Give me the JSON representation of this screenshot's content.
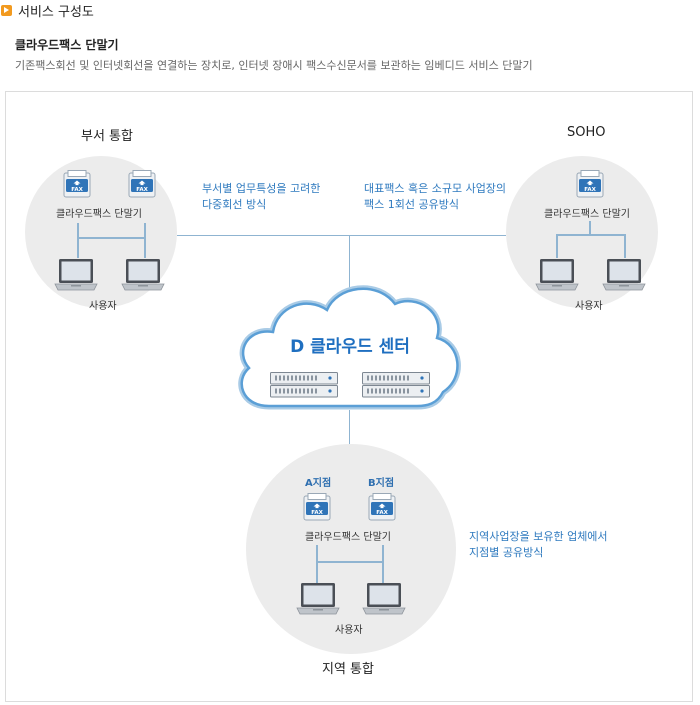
{
  "header": {
    "title": "서비스 구성도",
    "icon": "arrow-right-icon"
  },
  "intro": {
    "title": "클라우드팩스 단말기",
    "description": "기존팩스회선 및 인터넷회선을 연결하는 장치로, 인터넷 장애시 팩스수신문서를 보관하는 임베디드 서비스 단말기"
  },
  "diagram": {
    "left_group": {
      "title": "부서 통합",
      "device_label": "클라우드팩스 단말기",
      "user_label": "사용자",
      "note_line1": "부서별 업무특성을 고려한",
      "note_line2": "다중회선 방식"
    },
    "right_group": {
      "title": "SOHO",
      "device_label": "클라우드팩스 단말기",
      "user_label": "사용자",
      "note_line1": "대표팩스 혹은 소규모 사업장의",
      "note_line2": "팩스 1회선 공유방식"
    },
    "center": {
      "title": "D 클라우드 센터"
    },
    "bottom_group": {
      "title": "지역 통합",
      "branch_a": "A지점",
      "branch_b": "B지점",
      "device_label": "클라우드팩스 단말기",
      "user_label": "사용자",
      "note_line1": "지역사업장을 보유한 업체에서",
      "note_line2": "지점별 공유방식"
    },
    "fax_icon_text": "FAX",
    "colors": {
      "accent_blue": "#2f7abf",
      "line_blue": "#8fb4d1",
      "circle_gray": "#ececec",
      "header_orange": "#f29a1f"
    }
  }
}
